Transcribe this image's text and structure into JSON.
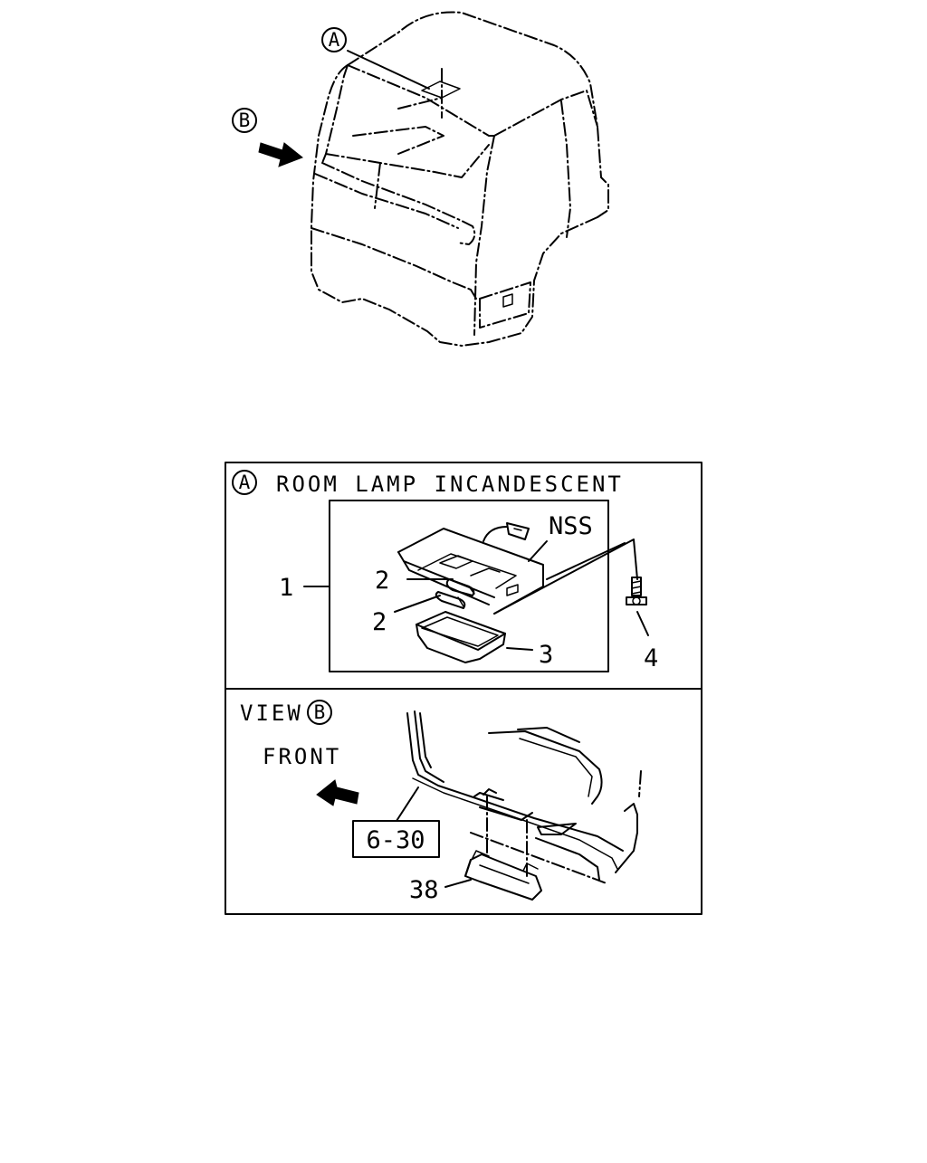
{
  "callouts": {
    "a": "A",
    "b": "B"
  },
  "panel_a": {
    "marker": "A",
    "title": "ROOM LAMP INCANDESCENT",
    "note": "NSS",
    "parts": {
      "p1": "1",
      "p2_upper": "2",
      "p2_lower": "2",
      "p3": "3",
      "p4": "4"
    }
  },
  "panel_b": {
    "view_label": "VIEW",
    "marker": "B",
    "front_label": "FRONT",
    "reference": "6-30",
    "part": "38"
  },
  "icons": {
    "direction_arrow": "arrow-right-icon",
    "front_arrow": "arrow-left-icon",
    "bolt": "bolt-icon"
  }
}
